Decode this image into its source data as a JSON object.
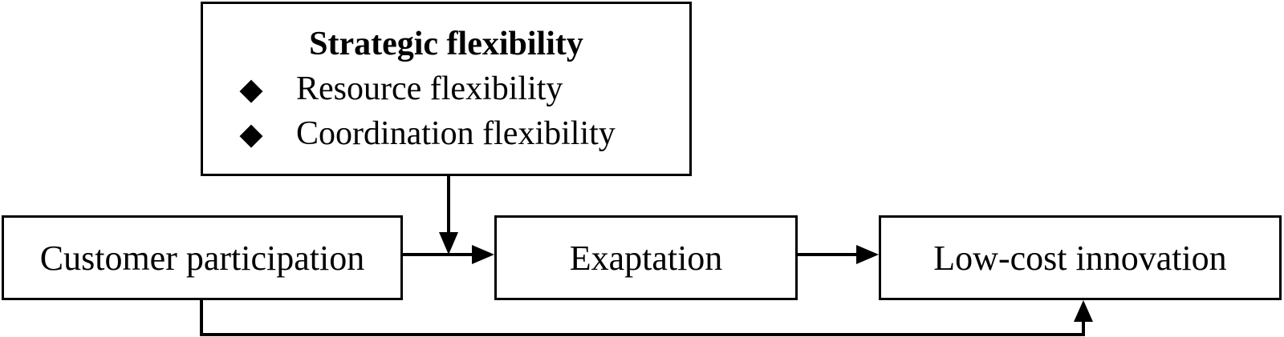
{
  "moderator": {
    "title": "Strategic flexibility",
    "items": [
      {
        "bullet_icon": "diamond-bullet-icon",
        "label": "Resource flexibility"
      },
      {
        "bullet_icon": "diamond-bullet-icon",
        "label": "Coordination flexibility"
      }
    ]
  },
  "nodes": {
    "customer_participation": "Customer participation",
    "exaptation": "Exaptation",
    "low_cost_innovation": "Low-cost innovation"
  },
  "colors": {
    "line": "#000000",
    "background": "#ffffff"
  }
}
